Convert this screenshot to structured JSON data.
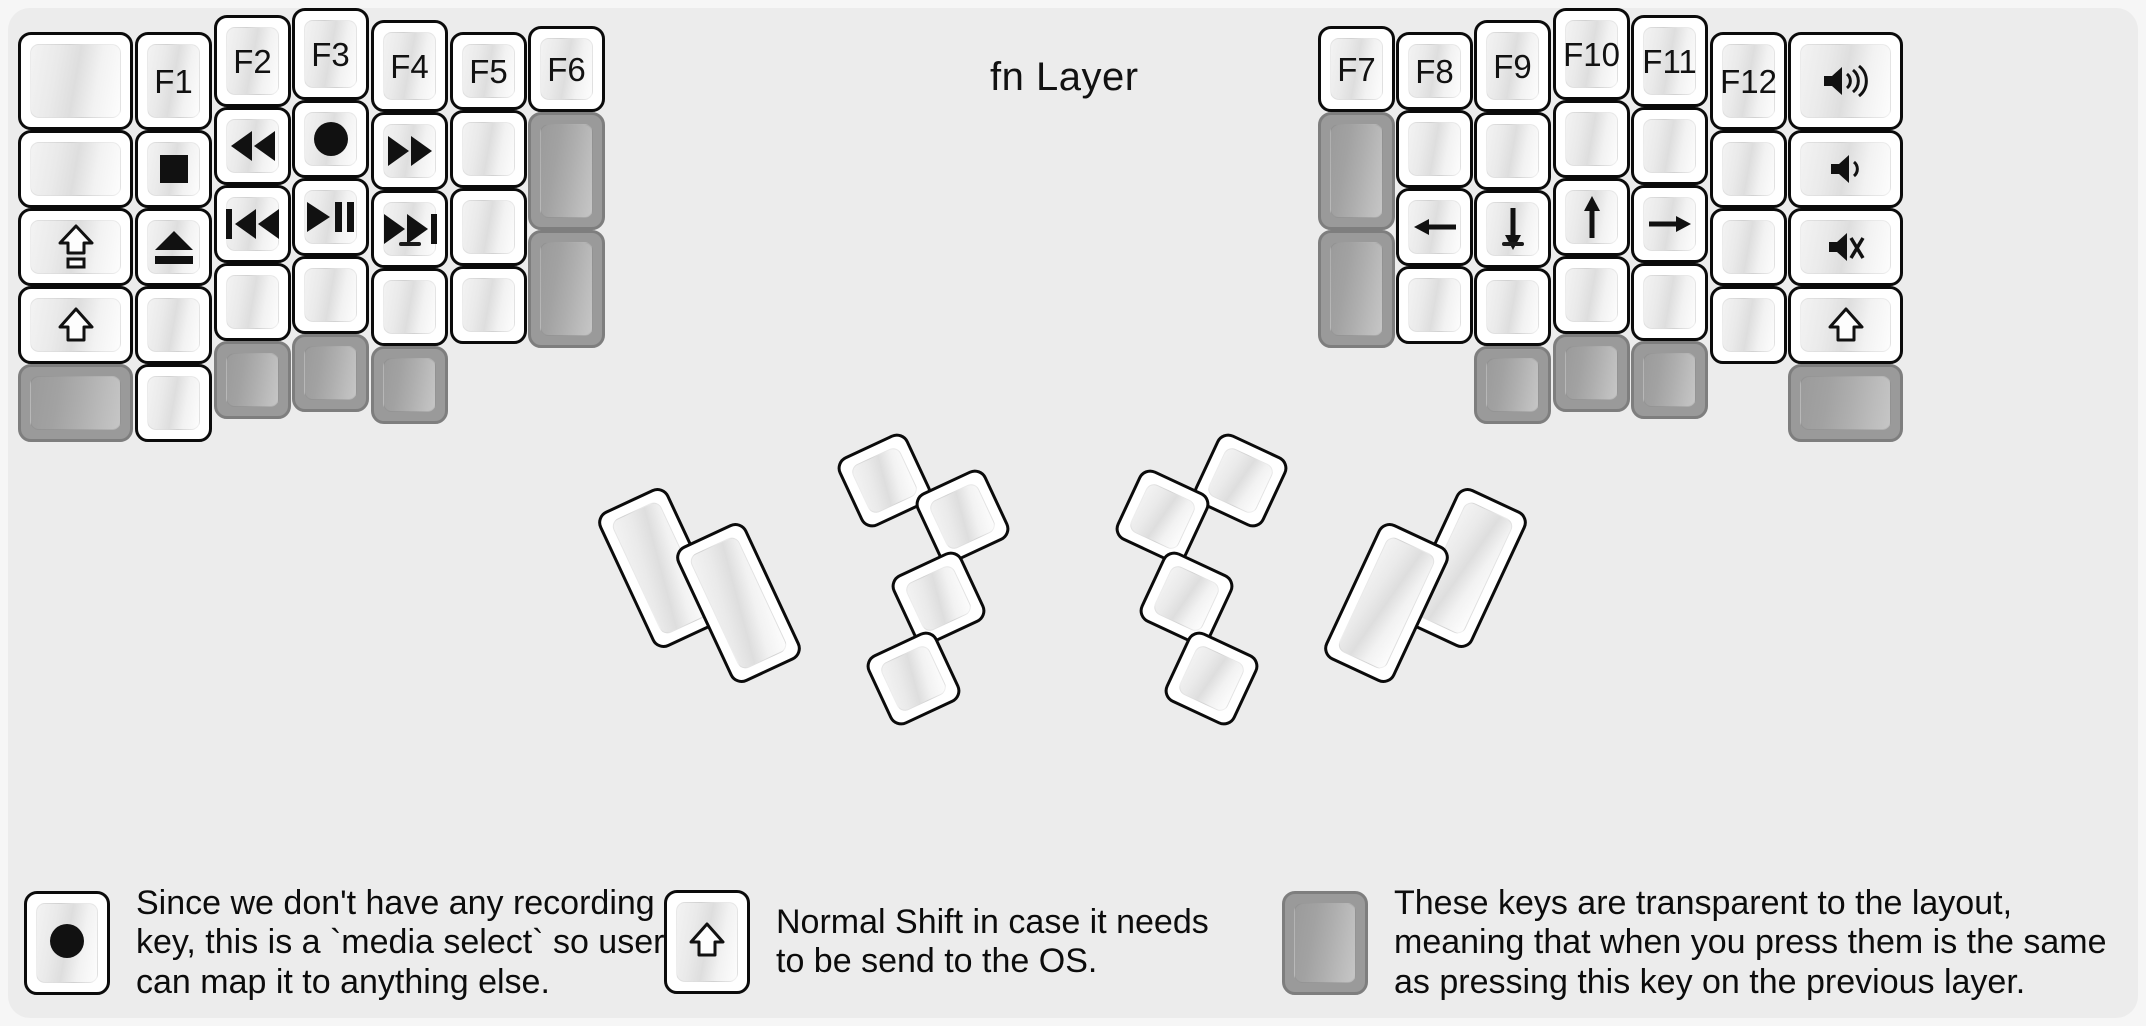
{
  "title": "fn Layer",
  "colors": {
    "background": "#f6f6f6",
    "panel": "#ececec",
    "key_border": "#0b0b0b",
    "key_face": "#ffffff",
    "transparent_key": "#9a9a9a",
    "label": "#121212"
  },
  "left_half": {
    "name": "left-keyboard-half",
    "columns": [
      {
        "name": "col-pinky-outer",
        "keys": [
          {
            "name": "key-blank-1",
            "label": "",
            "icon": "",
            "transparent": false
          },
          {
            "name": "key-blank-2",
            "label": "",
            "icon": "",
            "transparent": false
          },
          {
            "name": "key-caps-lock",
            "label": "",
            "icon": "caps-lock-icon",
            "transparent": false
          },
          {
            "name": "key-shift",
            "label": "",
            "icon": "shift-arrow-icon",
            "transparent": false
          },
          {
            "name": "key-transparent-1",
            "label": "",
            "icon": "",
            "transparent": true
          }
        ]
      },
      {
        "name": "col-pinky",
        "keys": [
          {
            "name": "key-f1",
            "label": "F1",
            "icon": "",
            "transparent": false
          },
          {
            "name": "key-media-stop",
            "label": "",
            "icon": "media-stop-icon",
            "transparent": false
          },
          {
            "name": "key-media-eject",
            "label": "",
            "icon": "media-eject-icon",
            "transparent": false
          },
          {
            "name": "key-blank-3",
            "label": "",
            "icon": "",
            "transparent": false
          },
          {
            "name": "key-blank-4",
            "label": "",
            "icon": "",
            "transparent": false
          }
        ]
      },
      {
        "name": "col-ring",
        "keys": [
          {
            "name": "key-f2",
            "label": "F2",
            "icon": "",
            "transparent": false
          },
          {
            "name": "key-media-rewind",
            "label": "",
            "icon": "media-rewind-icon",
            "transparent": false
          },
          {
            "name": "key-media-prev-track",
            "label": "",
            "icon": "media-prev-track-icon",
            "transparent": false
          },
          {
            "name": "key-blank-5",
            "label": "",
            "icon": "",
            "transparent": false
          },
          {
            "name": "key-transparent-2",
            "label": "",
            "icon": "",
            "transparent": true
          }
        ]
      },
      {
        "name": "col-middle",
        "keys": [
          {
            "name": "key-f3",
            "label": "F3",
            "icon": "",
            "transparent": false
          },
          {
            "name": "key-media-record",
            "label": "",
            "icon": "media-record-icon",
            "transparent": false
          },
          {
            "name": "key-media-play-pause",
            "label": "",
            "icon": "media-play-pause-icon",
            "transparent": false
          },
          {
            "name": "key-blank-6",
            "label": "",
            "icon": "",
            "transparent": false
          },
          {
            "name": "key-transparent-3",
            "label": "",
            "icon": "",
            "transparent": true
          }
        ]
      },
      {
        "name": "col-index",
        "keys": [
          {
            "name": "key-f4",
            "label": "F4",
            "icon": "",
            "transparent": false
          },
          {
            "name": "key-media-fast-forward",
            "label": "",
            "icon": "media-fast-forward-icon",
            "transparent": false
          },
          {
            "name": "key-media-next-track",
            "label": "",
            "icon": "media-next-track-icon",
            "transparent": false,
            "nub": true
          },
          {
            "name": "key-blank-7",
            "label": "",
            "icon": "",
            "transparent": false
          },
          {
            "name": "key-transparent-4",
            "label": "",
            "icon": "",
            "transparent": true
          }
        ]
      },
      {
        "name": "col-index-inner",
        "keys": [
          {
            "name": "key-f5",
            "label": "F5",
            "icon": "",
            "transparent": false
          },
          {
            "name": "key-blank-8",
            "label": "",
            "icon": "",
            "transparent": false
          },
          {
            "name": "key-blank-9",
            "label": "",
            "icon": "",
            "transparent": false
          },
          {
            "name": "key-blank-10",
            "label": "",
            "icon": "",
            "transparent": false
          }
        ]
      },
      {
        "name": "col-inner",
        "keys": [
          {
            "name": "key-f6",
            "label": "F6",
            "icon": "",
            "transparent": false
          },
          {
            "name": "key-transparent-5",
            "label": "",
            "icon": "",
            "transparent": true
          },
          {
            "name": "key-transparent-6",
            "label": "",
            "icon": "",
            "transparent": true
          }
        ]
      }
    ],
    "thumb_cluster": {
      "name": "left-thumb-cluster",
      "keys": [
        {
          "name": "thumb-key-1",
          "label": "",
          "icon": "",
          "transparent": false
        },
        {
          "name": "thumb-key-2",
          "label": "",
          "icon": "",
          "transparent": false
        },
        {
          "name": "thumb-key-3",
          "label": "",
          "icon": "",
          "transparent": false
        },
        {
          "name": "thumb-key-4",
          "label": "",
          "icon": "",
          "transparent": false
        },
        {
          "name": "thumb-key-5",
          "label": "",
          "icon": "",
          "transparent": false
        },
        {
          "name": "thumb-key-6",
          "label": "",
          "icon": "",
          "transparent": false
        }
      ]
    }
  },
  "right_half": {
    "name": "right-keyboard-half",
    "columns": [
      {
        "name": "col-inner-r",
        "keys": [
          {
            "name": "key-f7",
            "label": "F7",
            "icon": "",
            "transparent": false
          },
          {
            "name": "key-transparent-7",
            "label": "",
            "icon": "",
            "transparent": true
          },
          {
            "name": "key-transparent-8",
            "label": "",
            "icon": "",
            "transparent": true
          }
        ]
      },
      {
        "name": "col-index-inner-r",
        "keys": [
          {
            "name": "key-f8",
            "label": "F8",
            "icon": "",
            "transparent": false
          },
          {
            "name": "key-blank-11",
            "label": "",
            "icon": "",
            "transparent": false
          },
          {
            "name": "key-arrow-left",
            "label": "",
            "icon": "arrow-left-icon",
            "transparent": false
          },
          {
            "name": "key-blank-12",
            "label": "",
            "icon": "",
            "transparent": false
          }
        ]
      },
      {
        "name": "col-index-r",
        "keys": [
          {
            "name": "key-f9",
            "label": "F9",
            "icon": "",
            "transparent": false
          },
          {
            "name": "key-blank-13",
            "label": "",
            "icon": "",
            "transparent": false
          },
          {
            "name": "key-arrow-down",
            "label": "",
            "icon": "arrow-down-icon",
            "transparent": false,
            "nub": true
          },
          {
            "name": "key-blank-14",
            "label": "",
            "icon": "",
            "transparent": false
          },
          {
            "name": "key-transparent-9",
            "label": "",
            "icon": "",
            "transparent": true
          }
        ]
      },
      {
        "name": "col-middle-r",
        "keys": [
          {
            "name": "key-f10",
            "label": "F10",
            "icon": "",
            "transparent": false
          },
          {
            "name": "key-blank-15",
            "label": "",
            "icon": "",
            "transparent": false
          },
          {
            "name": "key-arrow-up",
            "label": "",
            "icon": "arrow-up-icon",
            "transparent": false
          },
          {
            "name": "key-blank-16",
            "label": "",
            "icon": "",
            "transparent": false
          },
          {
            "name": "key-transparent-10",
            "label": "",
            "icon": "",
            "transparent": true
          }
        ]
      },
      {
        "name": "col-ring-r",
        "keys": [
          {
            "name": "key-f11",
            "label": "F11",
            "icon": "",
            "transparent": false
          },
          {
            "name": "key-blank-17",
            "label": "",
            "icon": "",
            "transparent": false
          },
          {
            "name": "key-arrow-right",
            "label": "",
            "icon": "arrow-right-icon",
            "transparent": false
          },
          {
            "name": "key-blank-18",
            "label": "",
            "icon": "",
            "transparent": false
          },
          {
            "name": "key-transparent-11",
            "label": "",
            "icon": "",
            "transparent": true
          }
        ]
      },
      {
        "name": "col-pinky-r",
        "keys": [
          {
            "name": "key-f12",
            "label": "F12",
            "icon": "",
            "transparent": false
          },
          {
            "name": "key-blank-19",
            "label": "",
            "icon": "",
            "transparent": false
          },
          {
            "name": "key-blank-20",
            "label": "",
            "icon": "",
            "transparent": false
          },
          {
            "name": "key-blank-21",
            "label": "",
            "icon": "",
            "transparent": false
          }
        ]
      },
      {
        "name": "col-pinky-outer-r",
        "keys": [
          {
            "name": "key-volume-up",
            "label": "",
            "icon": "volume-up-icon",
            "transparent": false
          },
          {
            "name": "key-volume-down",
            "label": "",
            "icon": "volume-down-icon",
            "transparent": false
          },
          {
            "name": "key-volume-mute",
            "label": "",
            "icon": "volume-mute-icon",
            "transparent": false
          },
          {
            "name": "key-shift-right",
            "label": "",
            "icon": "shift-arrow-icon",
            "transparent": false
          },
          {
            "name": "key-transparent-12",
            "label": "",
            "icon": "",
            "transparent": true
          }
        ]
      }
    ],
    "thumb_cluster": {
      "name": "right-thumb-cluster",
      "keys": [
        {
          "name": "thumb-key-7",
          "label": "",
          "icon": "",
          "transparent": false
        },
        {
          "name": "thumb-key-8",
          "label": "",
          "icon": "",
          "transparent": false
        },
        {
          "name": "thumb-key-9",
          "label": "",
          "icon": "",
          "transparent": false
        },
        {
          "name": "thumb-key-10",
          "label": "",
          "icon": "",
          "transparent": false
        },
        {
          "name": "thumb-key-11",
          "label": "",
          "icon": "",
          "transparent": false
        },
        {
          "name": "thumb-key-12",
          "label": "",
          "icon": "",
          "transparent": false
        }
      ]
    }
  },
  "legend": [
    {
      "name": "legend-item-record",
      "icon": "media-record-icon",
      "transparent": false,
      "text": "Since we don't have any recording\nkey, this is a `media select` so user\ncan map it to anything else."
    },
    {
      "name": "legend-item-shift",
      "icon": "shift-arrow-icon",
      "transparent": false,
      "text": "Normal Shift in case it needs\nto be send to the OS."
    },
    {
      "name": "legend-item-transparent",
      "icon": "",
      "transparent": true,
      "text": "These keys are transparent to the layout,\nmeaning that when you press them is the same\nas pressing this key on the previous layer."
    }
  ]
}
